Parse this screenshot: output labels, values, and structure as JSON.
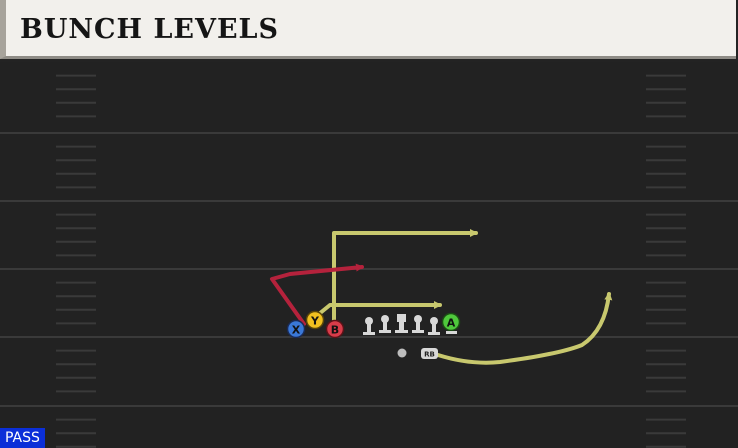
{
  "play": {
    "title": "BUNCH LEVELS",
    "mode": "PASS"
  },
  "buttons": {
    "x": "X",
    "y": "Y",
    "b": "B",
    "a": "A"
  },
  "running_back": {
    "label": "RB"
  },
  "colors": {
    "x_button": "#3a78d8",
    "y_button": "#f0c020",
    "b_button": "#d83c4a",
    "a_button": "#4fc83c",
    "route_gold": "#c8c86e",
    "route_red": "#b5223c"
  }
}
